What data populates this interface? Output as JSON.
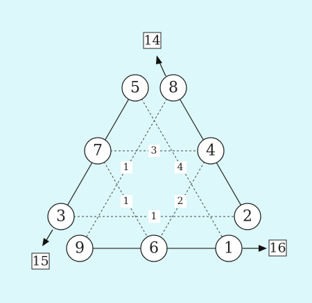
{
  "nodes": {
    "n1": "5",
    "n2": "8",
    "n3": "7",
    "n4": "4",
    "n5": "3",
    "n6": "2",
    "n7": "9",
    "n8": "6",
    "n9": "1"
  },
  "inner_labels": {
    "top": "3",
    "upper_left": "1",
    "upper_right": "4",
    "lower_left": "1",
    "lower_right": "2",
    "bottom": "1"
  },
  "results": {
    "top": "14",
    "left": "15",
    "right": "16"
  }
}
